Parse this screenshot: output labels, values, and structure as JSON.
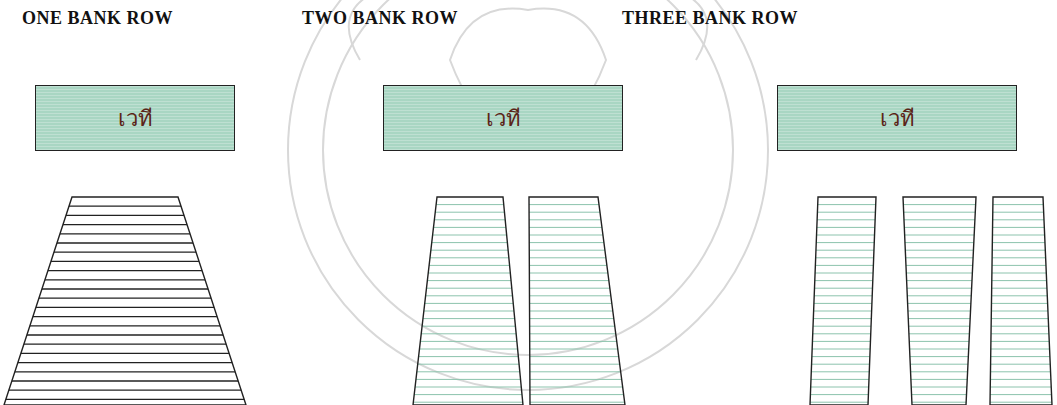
{
  "diagram": {
    "nodes": [
      {
        "text": [
          "เวที"
        ]
      },
      {
        "text": [
          "เวที"
        ]
      },
      {
        "text": [
          "เวที"
        ]
      }
    ],
    "labels": [
      "ONE BANK ROW",
      "TWO BANK ROW",
      "THREE BANK ROW"
    ]
  }
}
